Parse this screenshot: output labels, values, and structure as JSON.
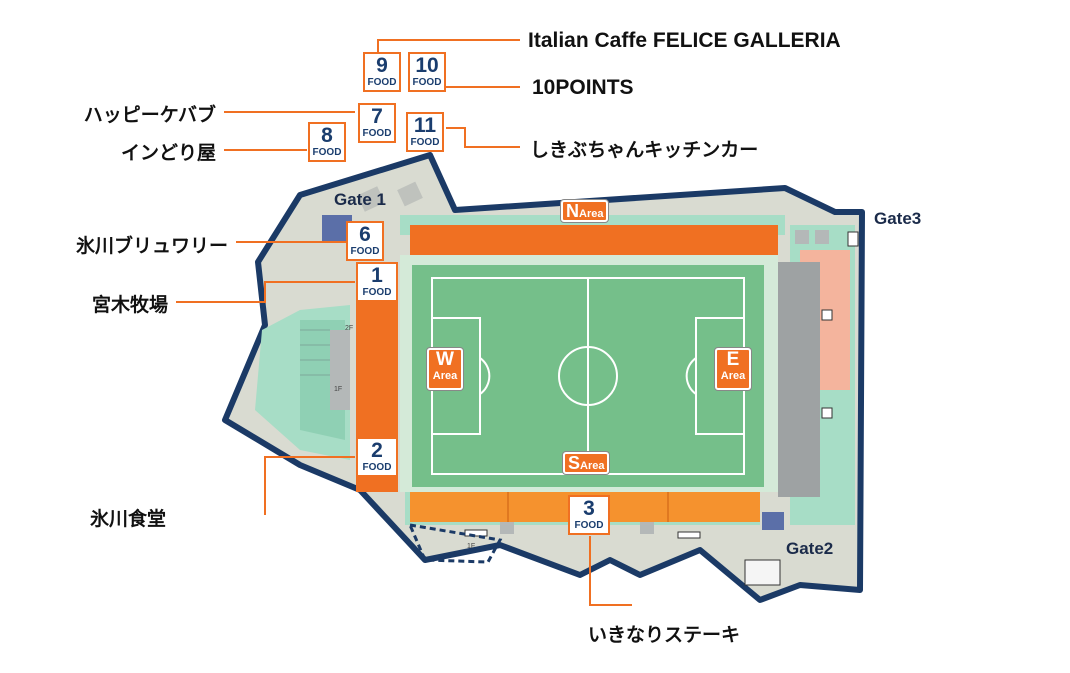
{
  "vendors": {
    "v1": {
      "num": "1",
      "food": "FOOD",
      "name": "宮木牧場"
    },
    "v2": {
      "num": "2",
      "food": "FOOD",
      "name": "氷川食堂"
    },
    "v3": {
      "num": "3",
      "food": "FOOD",
      "name": "いきなりステーキ"
    },
    "v6": {
      "num": "6",
      "food": "FOOD",
      "name": "氷川ブリュワリー"
    },
    "v7": {
      "num": "7",
      "food": "FOOD",
      "name": "ハッピーケバブ"
    },
    "v8": {
      "num": "8",
      "food": "FOOD",
      "name": "インどり屋"
    },
    "v9": {
      "num": "9",
      "food": "FOOD",
      "name": "Italian Caffe FELICE GALLERIA"
    },
    "v10": {
      "num": "10",
      "food": "FOOD",
      "name": "10POINTS"
    },
    "v11": {
      "num": "11",
      "food": "FOOD",
      "name": "しきぶちゃんキッチンカー"
    }
  },
  "gates": {
    "g1": "Gate 1",
    "g2": "Gate2",
    "g3": "Gate3"
  },
  "areas": {
    "west": {
      "letter": "W",
      "word": "Area"
    },
    "east": {
      "letter": "E",
      "word": "Area"
    },
    "north": {
      "letter": "N",
      "word": "Area"
    },
    "south": {
      "letter": "S",
      "word": "Area"
    }
  },
  "floors": {
    "f2": "2F",
    "f1": "1F",
    "f1b": "1F"
  },
  "colors": {
    "accent_orange": "#f07022",
    "pitch_green": "#75bf8a",
    "stadium_outline": "#1b3a66",
    "concourse": "#d9dbd1",
    "navy_text": "#1a3d6e"
  }
}
